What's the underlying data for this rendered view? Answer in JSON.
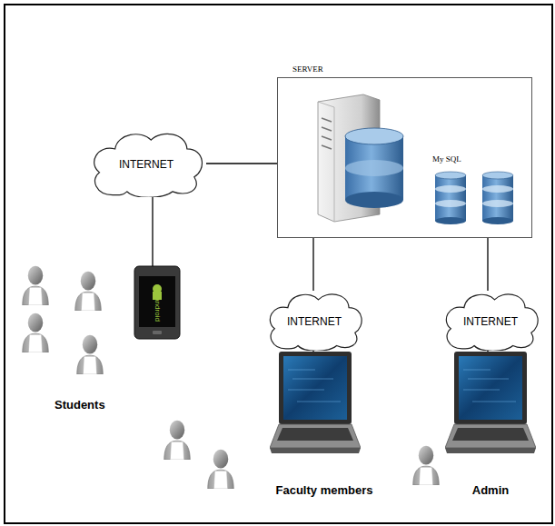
{
  "diagram": {
    "nodes": [
      {
        "text": [
          "SERVER",
          "My SQL"
        ]
      },
      {
        "text": [
          "INTERNET"
        ]
      },
      {
        "text": [
          "Students"
        ]
      },
      {
        "text": [
          "INTERNET"
        ]
      },
      {
        "text": [
          "Faculty members"
        ]
      },
      {
        "text": [
          "INTERNET"
        ]
      },
      {
        "text": [
          "Admin"
        ]
      }
    ],
    "edges": [
      {
        "from": 1,
        "to": 0,
        "arrow": "none"
      },
      {
        "from": 1,
        "to": 2,
        "arrow": "none"
      },
      {
        "from": 0,
        "to": 3,
        "arrow": "none"
      },
      {
        "from": 3,
        "to": 4,
        "arrow": "none"
      },
      {
        "from": 0,
        "to": 5,
        "arrow": "none"
      },
      {
        "from": 5,
        "to": 6,
        "arrow": "none"
      }
    ],
    "labels": [
      "android"
    ]
  }
}
